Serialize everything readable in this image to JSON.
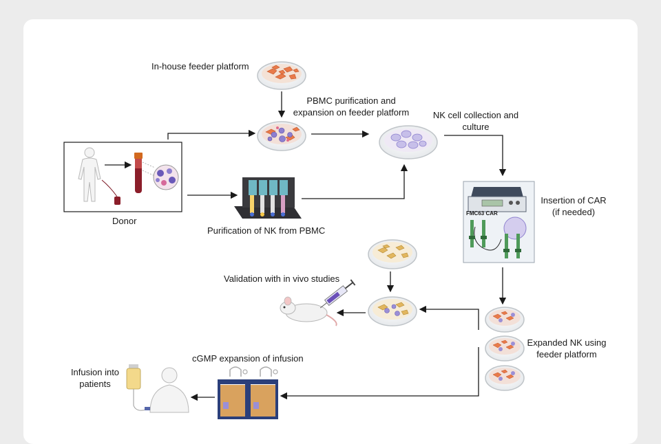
{
  "labels": {
    "feeder": "In-house feeder platform",
    "pbmc_line1": "PBMC purification and",
    "pbmc_line2": "expansion on feeder platform",
    "nk_collect_line1": "NK cell collection and",
    "nk_collect_line2": "culture",
    "donor": "Donor",
    "purification": "Purification of NK from PBMC",
    "car_line1": "Insertion of CAR",
    "car_line2": "(if needed)",
    "fmc63": "FMC63 CAR",
    "validation": "Validation with in vivo studies",
    "expanded_line1": "Expanded NK using",
    "expanded_line2": "feeder platform",
    "cgmp": "cGMP expansion of infusion",
    "infusion_line1": "Infusion into",
    "infusion_line2": "patients"
  },
  "colors": {
    "arrow": "#1a1a1a",
    "dish_rim": "#cfd3d6",
    "feeder_cell": "#e87a4a",
    "nk_cell": "#9b8fd6",
    "blood": "#8b1e2a",
    "bioreactor_body": "#2b3f7a",
    "bioreactor_media": "#d9a25e"
  },
  "icons": [
    "petri-dish-icon",
    "human-donor-icon",
    "blood-tube-icon",
    "magnified-cells-icon",
    "magnetic-separator-icon",
    "electroporator-icon",
    "mouse-icon",
    "syringe-icon",
    "bioreactor-icon",
    "iv-bag-icon",
    "patient-icon"
  ]
}
